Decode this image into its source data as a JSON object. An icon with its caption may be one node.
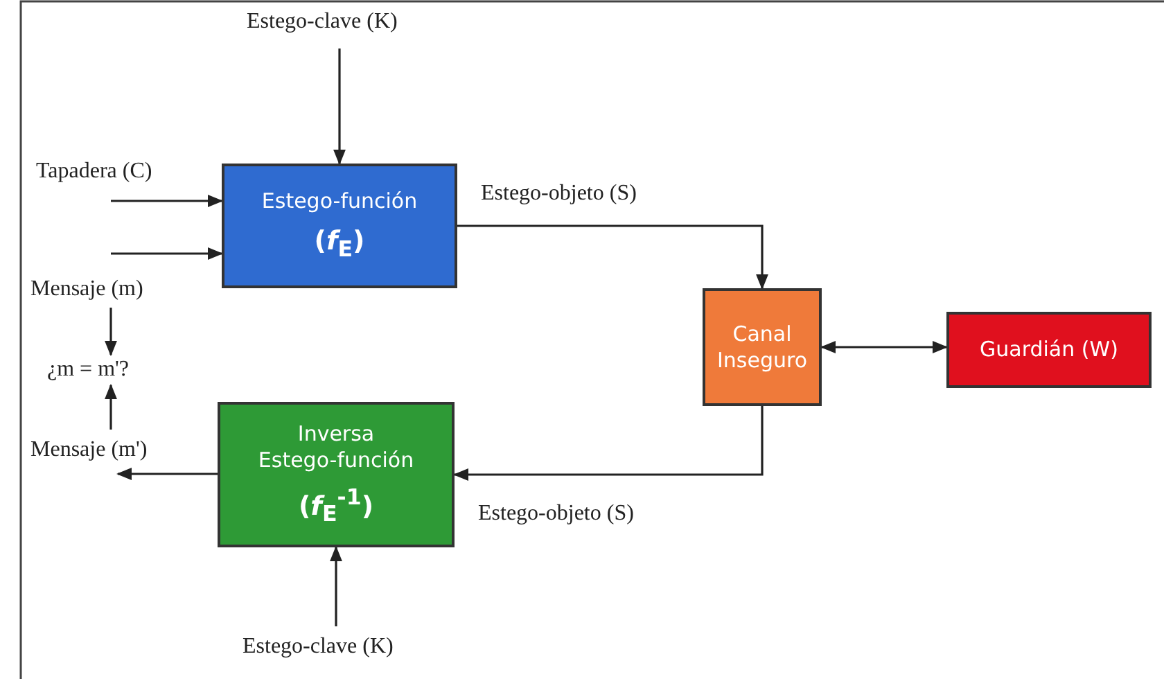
{
  "diagram": {
    "nodes": [
      {
        "text": [
          "Estego-función",
          "(*f*$_{E}$)"
        ]
      },
      {
        "text": [
          "Canal Inseguro"
        ]
      },
      {
        "text": [
          "Guardián (W)"
        ]
      },
      {
        "text": [
          "Inversa Estego-función",
          "(*f*$_{E}$$^{-1}$)"
        ]
      },
      {
        "text": [
          "Estego-clave (K)"
        ]
      },
      {
        "text": [
          "Tapadera (C)"
        ]
      },
      {
        "text": [
          "Mensaje (m)"
        ]
      },
      {
        "text": [
          "¿m = m'?"
        ]
      },
      {
        "text": [
          "Mensaje (m')"
        ]
      },
      {
        "text": [
          "Estego-clave (K)"
        ]
      }
    ],
    "edges": [
      {
        "from": 4,
        "to": 0,
        "arrow": "to"
      },
      {
        "from": 5,
        "to": 0,
        "arrow": "to"
      },
      {
        "from": 6,
        "to": 0,
        "arrow": "to"
      },
      {
        "from": 0,
        "to": 1,
        "arrow": "to",
        "label": "Estego-objeto (S)"
      },
      {
        "from": 1,
        "to": 2,
        "arrow": "both"
      },
      {
        "from": 1,
        "to": 3,
        "arrow": "to",
        "label": "Estego-objeto (S)"
      },
      {
        "from": 3,
        "to": 8,
        "arrow": "to"
      },
      {
        "from": 6,
        "to": 7,
        "arrow": "to"
      },
      {
        "from": 8,
        "to": 7,
        "arrow": "to"
      },
      {
        "from": 9,
        "to": 3,
        "arrow": "to"
      }
    ]
  }
}
